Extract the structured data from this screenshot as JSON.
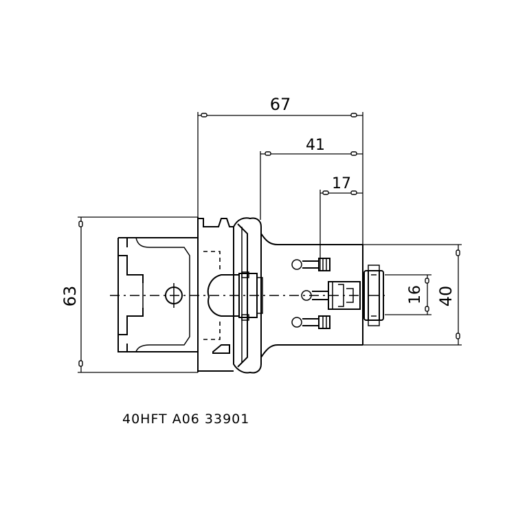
{
  "drawing": {
    "dimensions": {
      "overall_length": "67",
      "body_length": "41",
      "nose_length": "17",
      "flange_diameter": "63",
      "shank_diameter": "40",
      "bore_diameter": "16"
    },
    "part_code": "40HFT A06 33901"
  }
}
